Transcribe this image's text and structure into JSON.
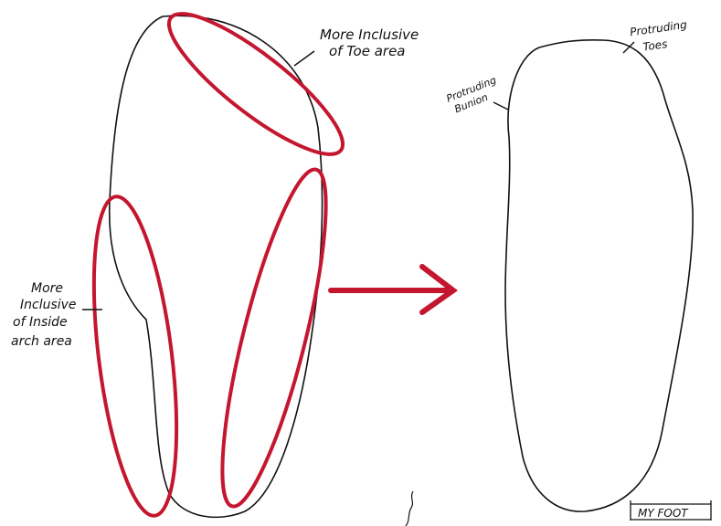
{
  "colors": {
    "ink": "#111111",
    "marker": "#c4172f",
    "background": "#ffffff"
  },
  "annotations": {
    "toe_note": [
      "More Inclusive",
      "of Toe area"
    ],
    "arch_note": [
      "More",
      "Inclusive",
      "of Inside",
      "arch area"
    ],
    "toes_note": [
      "Protruding",
      "Toes"
    ],
    "bunion_note": [
      "Protruding",
      "Bunion"
    ],
    "label": "MY FOOT"
  }
}
